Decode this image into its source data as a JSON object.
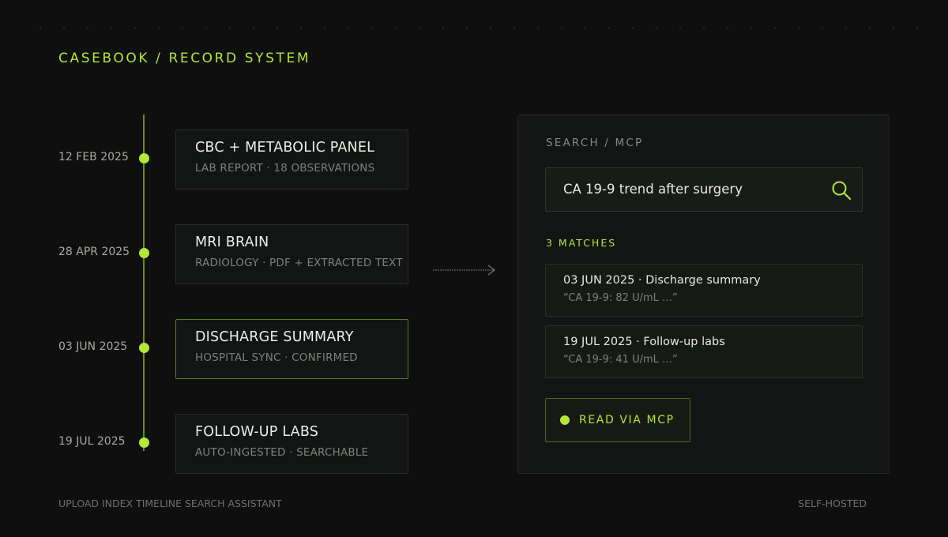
{
  "brand": "CASEBOOK / RECORD SYSTEM",
  "timeline": [
    {
      "date": "12 FEB 2025",
      "title": "CBC + METABOLIC PANEL",
      "subtitle": "LAB REPORT · 18 OBSERVATIONS"
    },
    {
      "date": "28 APR 2025",
      "title": "MRI BRAIN",
      "subtitle": "RADIOLOGY · PDF + EXTRACTED TEXT"
    },
    {
      "date": "03 JUN 2025",
      "title": "DISCHARGE SUMMARY",
      "subtitle": "HOSPITAL SYNC · CONFIRMED"
    },
    {
      "date": "19 JUL 2025",
      "title": "FOLLOW-UP LABS",
      "subtitle": "AUTO-INGESTED · SEARCHABLE"
    }
  ],
  "panel": {
    "label": "SEARCH / MCP",
    "query": "CA 19-9 trend after surgery",
    "matches_label": "3 MATCHES",
    "results": [
      {
        "title": "03 JUN 2025 · Discharge summary",
        "quote": "“CA 19-9: 82 U/mL …”"
      },
      {
        "title": "19 JUL 2025 · Follow-up labs",
        "quote": "“CA 19-9: 41 U/mL …”"
      }
    ],
    "action_label": "READ VIA MCP"
  },
  "footer": {
    "pipeline": "UPLOAD  INDEX  TIMELINE  SEARCH  ASSISTANT",
    "hosting": "SELF-HOSTED"
  },
  "colors": {
    "accent": "#b5e63a",
    "background": "#0e0f0e"
  }
}
